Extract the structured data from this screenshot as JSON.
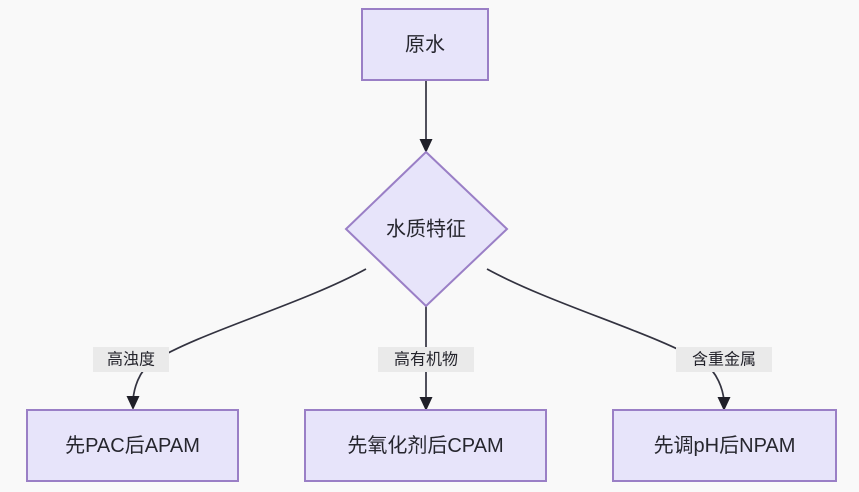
{
  "diagram": {
    "type": "flowchart",
    "direction": "top-down",
    "background_color": "#f9f9f9",
    "node_fill_color": "#e7e4fa",
    "node_border_color": "#9a7fc6",
    "edge_color": "#333340",
    "label_background_color": "#eaeaea",
    "text_color": "#26262e",
    "nodes": [
      {
        "id": "raw-water",
        "label": "原水",
        "shape": "rect"
      },
      {
        "id": "water-quality",
        "label": "水质特征",
        "shape": "diamond"
      },
      {
        "id": "pac-apam",
        "label": "先PAC后APAM",
        "shape": "rect"
      },
      {
        "id": "oxidant-cpam",
        "label": "先氧化剂后CPAM",
        "shape": "rect"
      },
      {
        "id": "ph-npam",
        "label": "先调pH后NPAM",
        "shape": "rect"
      }
    ],
    "edges": [
      {
        "id": "edge-raw-to-decision",
        "from": "raw-water",
        "to": "water-quality",
        "label": ""
      },
      {
        "id": "edge-decision-to-pac",
        "from": "water-quality",
        "to": "pac-apam",
        "label": "高浊度"
      },
      {
        "id": "edge-decision-to-oxidant",
        "from": "water-quality",
        "to": "oxidant-cpam",
        "label": "高有机物"
      },
      {
        "id": "edge-decision-to-ph",
        "from": "water-quality",
        "to": "ph-npam",
        "label": "含重金属"
      }
    ]
  }
}
